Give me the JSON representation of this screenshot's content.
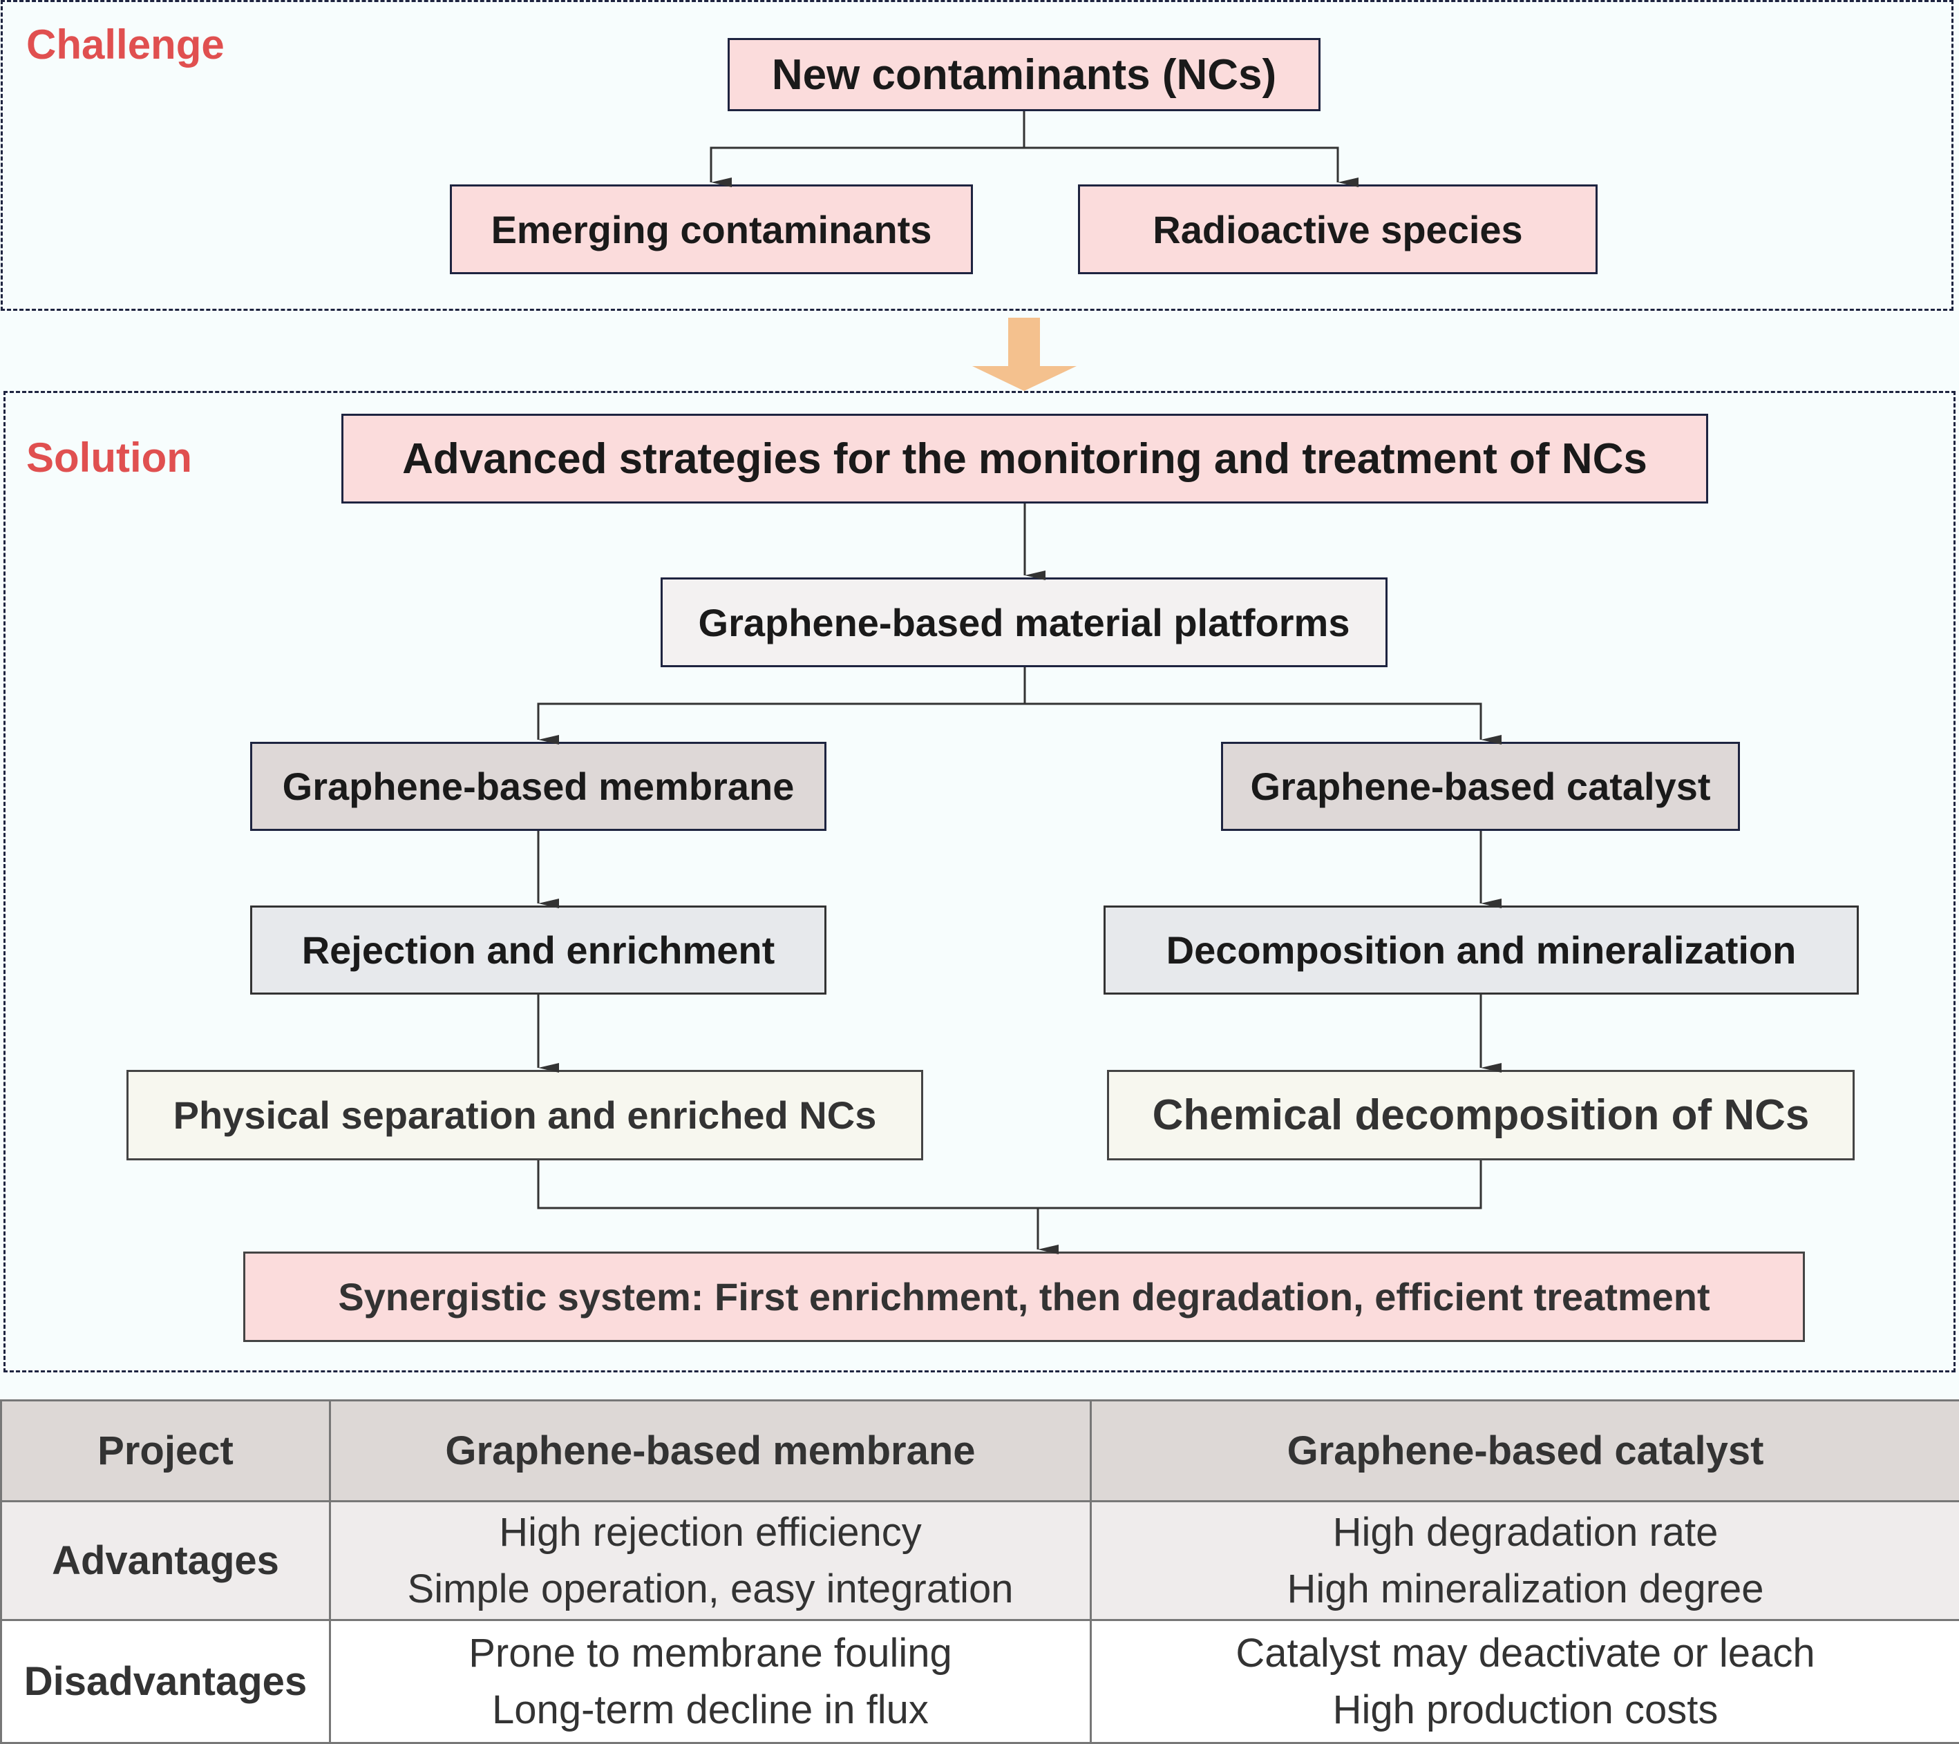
{
  "challenge": {
    "label": "Challenge",
    "root": "New contaminants (NCs)",
    "children": [
      "Emerging contaminants",
      "Radioactive species"
    ]
  },
  "solution": {
    "label": "Solution",
    "strategy": "Advanced strategies for the monitoring and treatment of NCs",
    "platform": "Graphene-based material platforms",
    "branches": [
      {
        "material": "Graphene-based membrane",
        "mechanism": "Rejection and enrichment",
        "outcome": "Physical separation and enriched NCs"
      },
      {
        "material": "Graphene-based catalyst",
        "mechanism": "Decomposition and mineralization",
        "outcome": "Chemical decomposition of NCs"
      }
    ],
    "synergy": "Synergistic system: First enrichment, then degradation, efficient treatment"
  },
  "table": {
    "headers": [
      "Project",
      "Graphene-based membrane",
      "Graphene-based catalyst"
    ],
    "rows": [
      {
        "label": "Advantages",
        "membrane": [
          "High rejection efficiency",
          "Simple operation, easy integration"
        ],
        "catalyst": [
          "High degradation rate",
          "High mineralization degree"
        ]
      },
      {
        "label": "Disadvantages",
        "membrane": [
          "Prone to membrane fouling",
          "Long-term decline in flux"
        ],
        "catalyst": [
          "Catalyst may deactivate or leach",
          "High production costs"
        ]
      }
    ]
  },
  "colors": {
    "section_label": "#e05050",
    "transition_arrow": "#f4c18e",
    "pink_box": "#fbdcdc"
  }
}
